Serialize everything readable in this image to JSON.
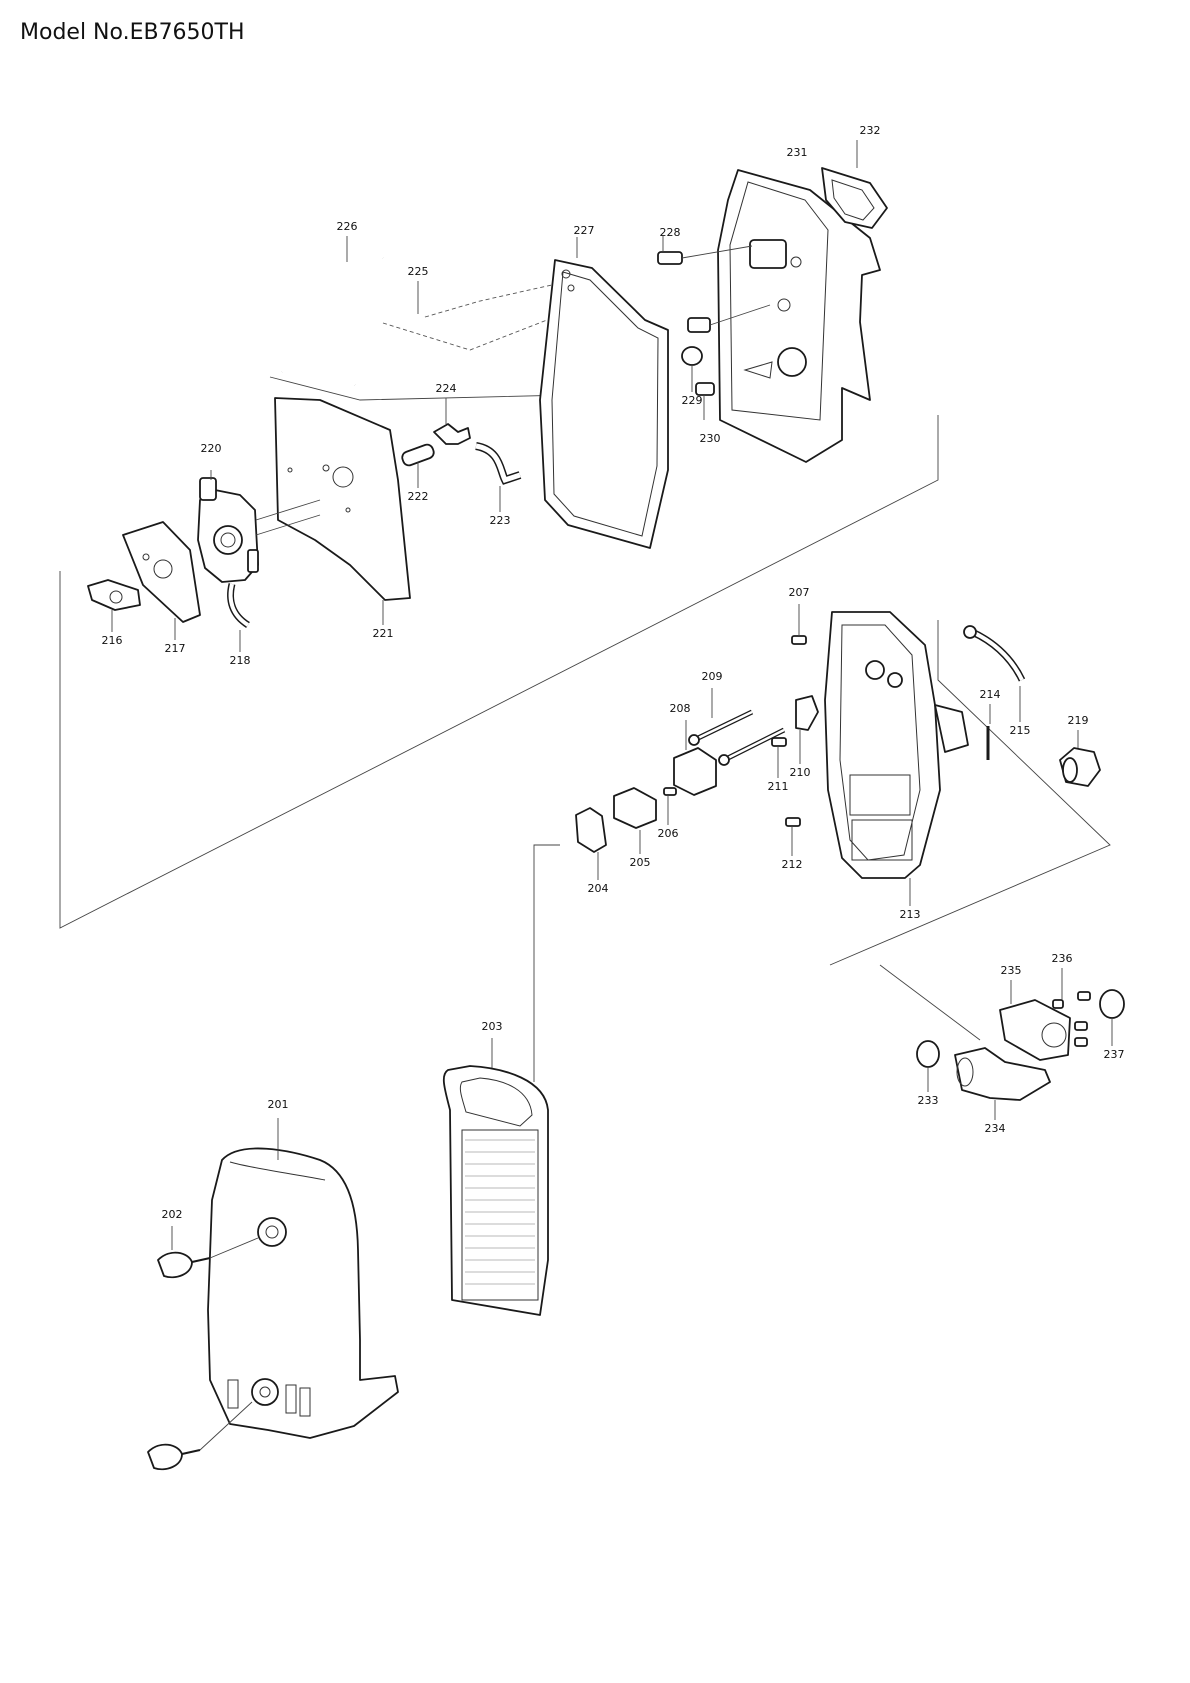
{
  "header": {
    "model": "Model No.EB7650TH"
  },
  "callouts": {
    "c201": "201",
    "c202": "202",
    "c203": "203",
    "c204": "204",
    "c205": "205",
    "c206": "206",
    "c207": "207",
    "c208": "208",
    "c209": "209",
    "c210": "210",
    "c211": "211",
    "c212": "212",
    "c213": "213",
    "c214": "214",
    "c215": "215",
    "c216": "216",
    "c217": "217",
    "c218": "218",
    "c219": "219",
    "c220": "220",
    "c221": "221",
    "c222": "222",
    "c223": "223",
    "c224": "224",
    "c225": "225",
    "c226": "226",
    "c227": "227",
    "c228": "228",
    "c229": "229",
    "c230": "230",
    "c231": "231",
    "c232": "232",
    "c233": "233",
    "c234": "234",
    "c235": "235",
    "c236": "236",
    "c237": "237"
  }
}
